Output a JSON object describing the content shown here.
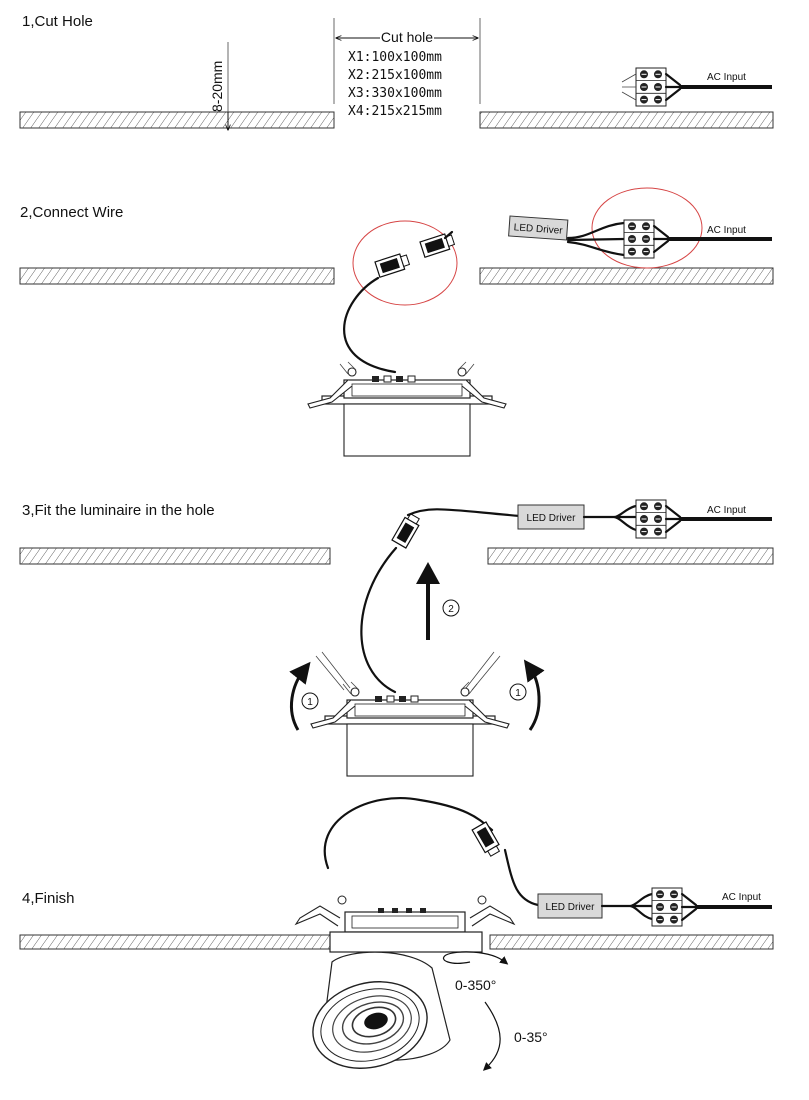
{
  "steps": [
    {
      "id": 1,
      "title": "1,Cut Hole"
    },
    {
      "id": 2,
      "title": "2,Connect Wire"
    },
    {
      "id": 3,
      "title": "3,Fit the luminaire in the hole"
    },
    {
      "id": 4,
      "title": "4,Finish"
    }
  ],
  "cut_hole": {
    "heading": "Cut hole",
    "sizes": [
      "X1:100x100mm",
      "X2:215x100mm",
      "X3:330x100mm",
      "X4:215x215mm"
    ],
    "thickness": "8-20mm"
  },
  "labels": {
    "ac_input": "AC Input",
    "led_driver": "LED Driver",
    "marker_1": "1",
    "marker_2": "2",
    "rotation_horizontal": "0-350°",
    "tilt": "0-35°"
  }
}
